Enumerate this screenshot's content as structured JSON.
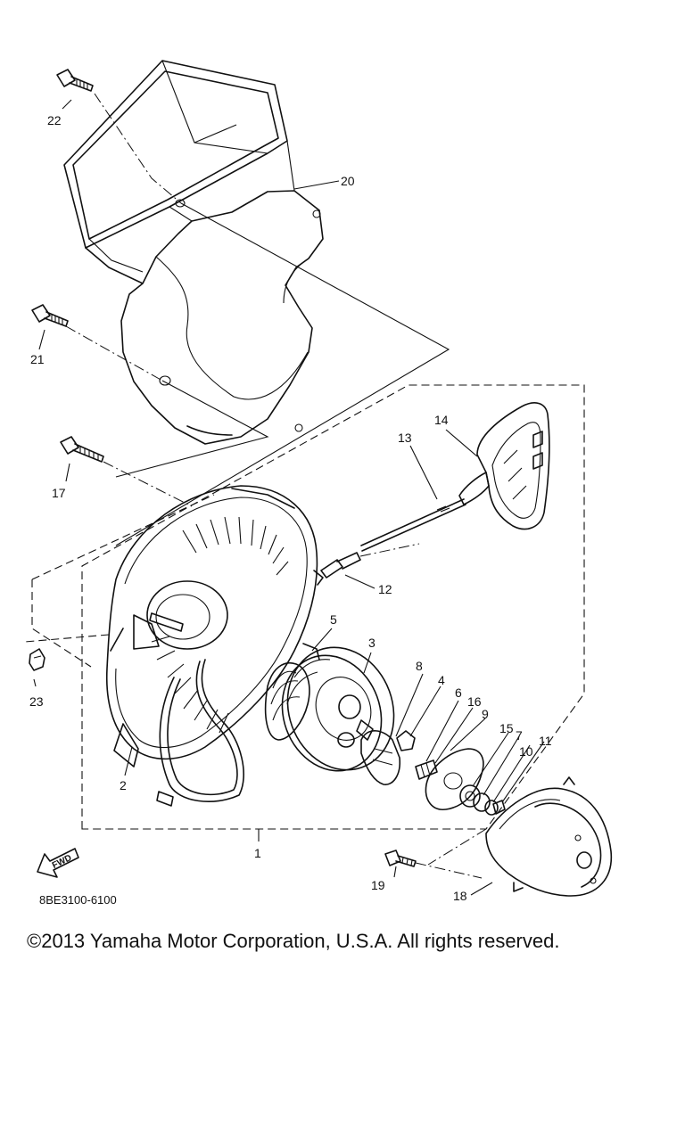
{
  "diagram": {
    "drawing_code": "8BE3100-6100",
    "fwd_label": "FWD",
    "callouts": [
      "1",
      "2",
      "3",
      "4",
      "5",
      "6",
      "7",
      "8",
      "9",
      "10",
      "11",
      "12",
      "13",
      "14",
      "15",
      "16",
      "17",
      "18",
      "19",
      "20",
      "21",
      "22",
      "23"
    ]
  },
  "footer": {
    "copyright": "©2013 Yamaha Motor Corporation, U.S.A. All rights reserved."
  }
}
